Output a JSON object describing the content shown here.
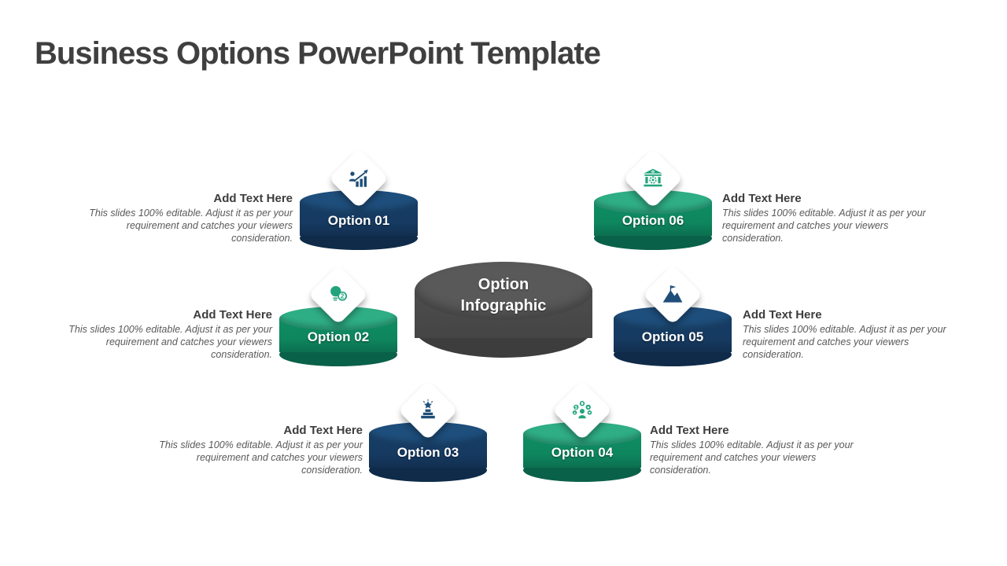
{
  "title": "Business Options PowerPoint Template",
  "center_hub": {
    "label_line1": "Option",
    "label_line2": "Infographic"
  },
  "shared": {
    "add_text_heading": "Add Text Here",
    "add_text_body": "This slides 100% editable. Adjust it as per your requirement and catches your viewers consideration."
  },
  "options": [
    {
      "label": "Option 01",
      "color_scheme": "blue",
      "icon": "growth-chart-icon",
      "position": "top-left"
    },
    {
      "label": "Option 02",
      "color_scheme": "green",
      "icon": "lightbulb-coin-icon",
      "position": "middle-left"
    },
    {
      "label": "Option 03",
      "color_scheme": "blue",
      "icon": "winner-podium-icon",
      "position": "bottom-left"
    },
    {
      "label": "Option 04",
      "color_scheme": "green",
      "icon": "employee-benefits-icon",
      "position": "bottom-right"
    },
    {
      "label": "Option 05",
      "color_scheme": "blue",
      "icon": "mountain-flag-icon",
      "position": "middle-right"
    },
    {
      "label": "Option 06",
      "color_scheme": "green",
      "icon": "bank-icon",
      "position": "top-right"
    }
  ],
  "colors": {
    "title_text": "#3f3f3f",
    "blue_top": "#1e4e7c",
    "blue_side": "#173d66",
    "blue_bottom": "#0f2b49",
    "green_top": "#2fae85",
    "green_side": "#0f8d63",
    "green_bottom": "#0a6149",
    "hub_top": "#595959",
    "hub_bottom": "#3d3d3d",
    "body_text": "#595959",
    "label_text": "#ffffff"
  }
}
